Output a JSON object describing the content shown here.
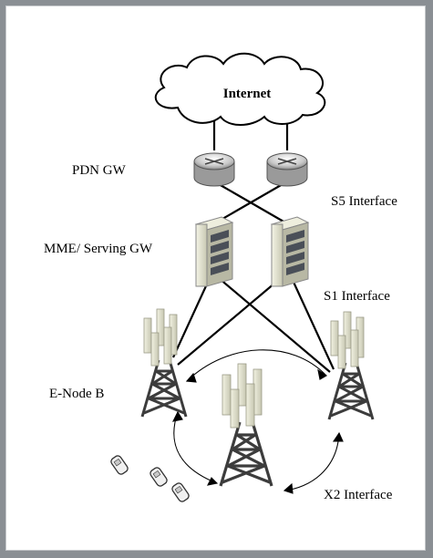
{
  "diagram": {
    "cloud_label": "Internet",
    "labels": {
      "pdn_gw": "PDN GW",
      "mme_serving_gw": "MME/ Serving GW",
      "e_node_b": "E-Node B",
      "s5_interface": "S5 Interface",
      "s1_interface": "S1 Interface",
      "x2_interface": "X2 Interface"
    },
    "colors": {
      "background": "#8a8f94",
      "canvas": "#ffffff",
      "lines": "#000000",
      "tower_dark": "#4a4a4a",
      "panel_light": "#e4e4d2"
    }
  }
}
